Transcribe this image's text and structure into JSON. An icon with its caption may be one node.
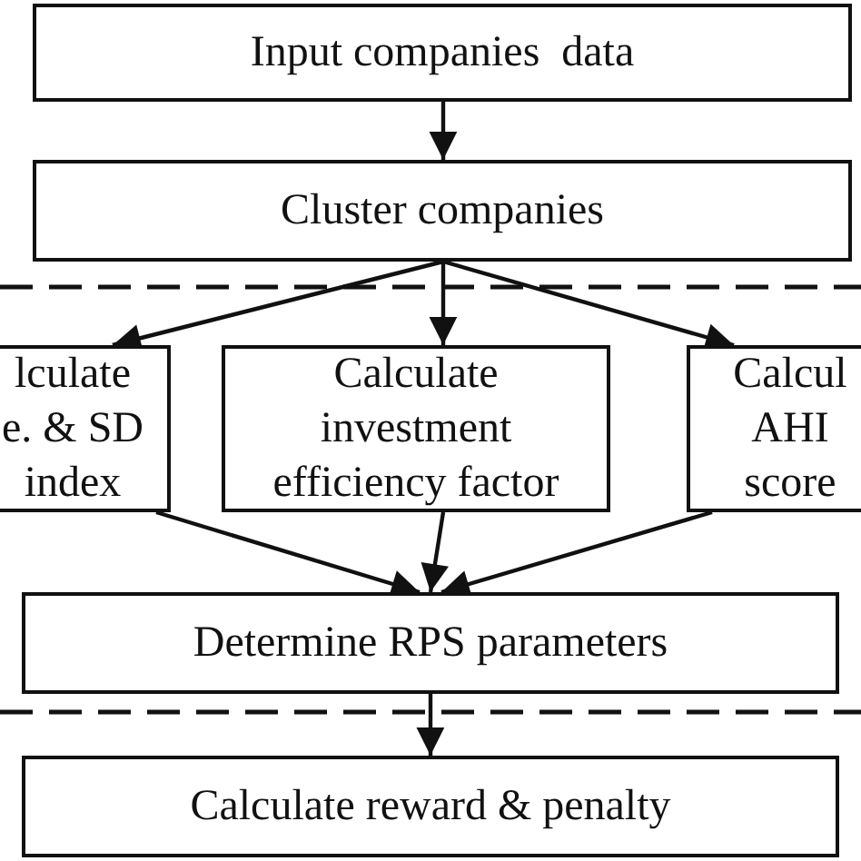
{
  "diagram": {
    "nodes": [
      {
        "text": [
          "Input companies  data"
        ]
      },
      {
        "text": [
          "Cluster companies"
        ]
      },
      {
        "text": [
          "lculate e. & SD index"
        ]
      },
      {
        "text": [
          "Calculate investment efficiency factor"
        ]
      },
      {
        "text": [
          "Calcul AHI score"
        ]
      },
      {
        "text": [
          "Determine RPS parameters"
        ]
      },
      {
        "text": [
          "Calculate reward & penalty"
        ]
      }
    ],
    "edges": [
      {
        "from": 0,
        "to": 1,
        "arrow": "to"
      },
      {
        "from": 1,
        "to": 2,
        "arrow": "to"
      },
      {
        "from": 1,
        "to": 3,
        "arrow": "to"
      },
      {
        "from": 1,
        "to": 4,
        "arrow": "to"
      },
      {
        "from": 2,
        "to": 5,
        "arrow": "to"
      },
      {
        "from": 3,
        "to": 5,
        "arrow": "to"
      },
      {
        "from": 4,
        "to": 5,
        "arrow": "to"
      },
      {
        "from": 5,
        "to": 6,
        "arrow": "to"
      }
    ]
  }
}
